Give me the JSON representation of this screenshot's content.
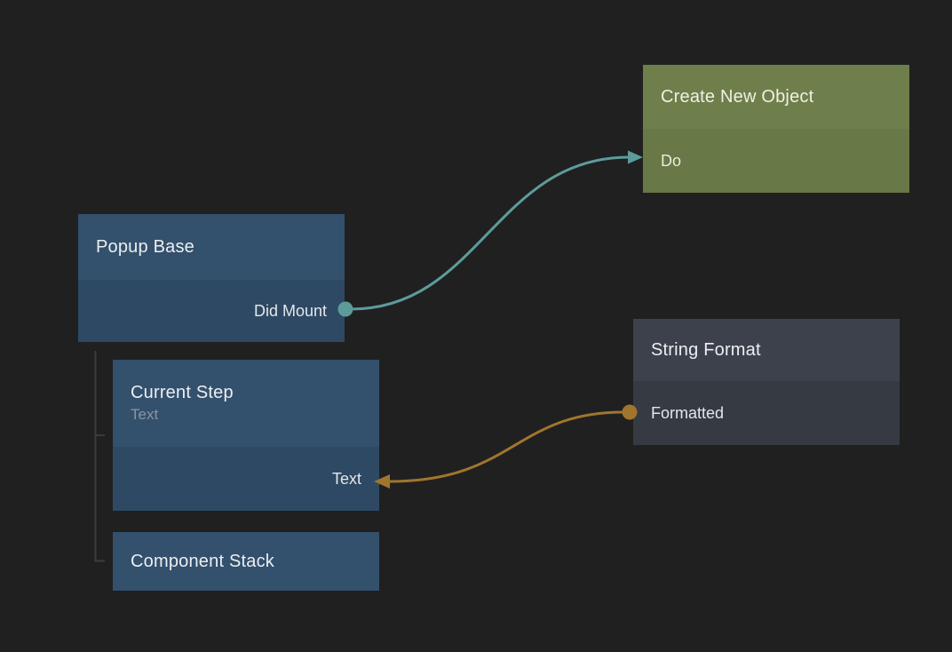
{
  "canvas": {
    "background_color": "#202020",
    "tree_line_color": "#3c3c3c"
  },
  "colors": {
    "blue_node_header": "#33506d",
    "blue_node_body": "#2e4963",
    "green_node_header": "#6f7f4b",
    "green_node_body": "#687846",
    "gray_node_header": "#3d414c",
    "gray_node_body": "#363a43",
    "exec_wire": "#5d9b9b",
    "data_wire": "#a0752e",
    "title_text": "#eceff1",
    "subtitle_text": "#8b96a0",
    "port_text": "#e3e7ea"
  },
  "nodes": {
    "popup_base": {
      "title": "Popup Base",
      "ports": {
        "did_mount": {
          "label": "Did Mount",
          "kind": "exec-output",
          "side": "right"
        }
      }
    },
    "current_step": {
      "title": "Current Step",
      "subtitle": "Text",
      "ports": {
        "text": {
          "label": "Text",
          "kind": "data-input",
          "side": "right"
        }
      }
    },
    "component_stack": {
      "title": "Component Stack"
    },
    "create_new_object": {
      "title": "Create New Object",
      "ports": {
        "do": {
          "label": "Do",
          "kind": "exec-input",
          "side": "left"
        }
      }
    },
    "string_format": {
      "title": "String Format",
      "ports": {
        "formatted": {
          "label": "Formatted",
          "kind": "data-output",
          "side": "left"
        }
      }
    }
  },
  "connections": [
    {
      "from": "popup_base.did_mount",
      "to": "create_new_object.do",
      "color": "#5d9b9b",
      "type": "exec"
    },
    {
      "from": "string_format.formatted",
      "to": "current_step.text",
      "color": "#a0752e",
      "type": "data"
    }
  ],
  "hierarchy": [
    {
      "parent": "popup_base",
      "children": [
        "current_step",
        "component_stack"
      ]
    }
  ]
}
